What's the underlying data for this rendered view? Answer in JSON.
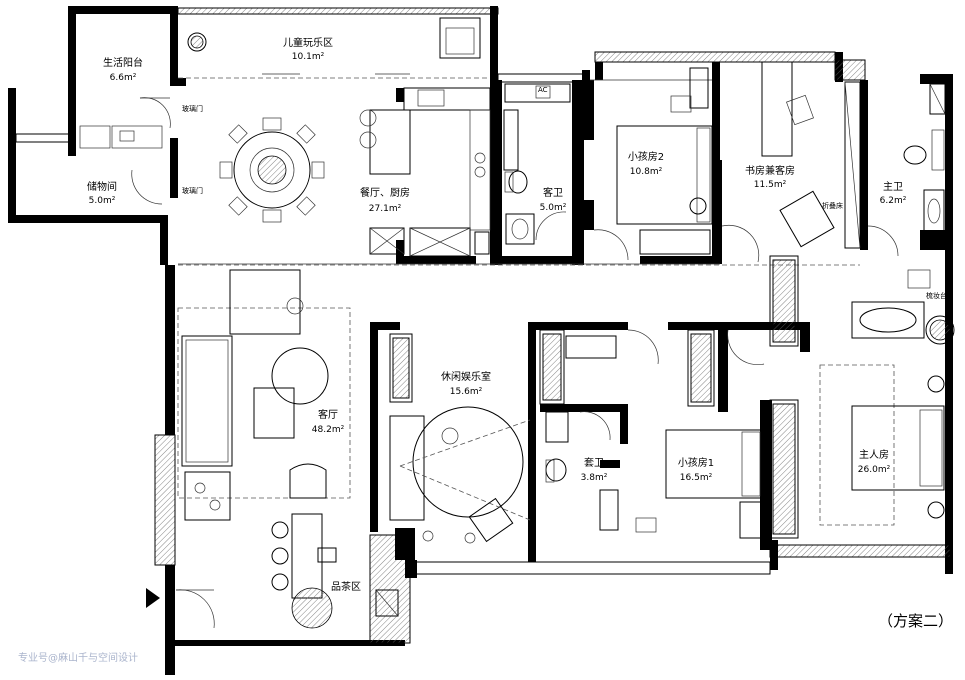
{
  "scheme_label": "（方案二）",
  "watermark": "专业号@麻山千与空间设计",
  "rooms": [
    {
      "id": "balcony",
      "name": "生活阳台",
      "area": "6.6m²"
    },
    {
      "id": "kids-play",
      "name": "儿童玩乐区",
      "area": "10.1m²"
    },
    {
      "id": "storage",
      "name": "储物间",
      "area": "5.0m²"
    },
    {
      "id": "dining-kitchen",
      "name": "餐厅、厨房",
      "area": "27.1m²"
    },
    {
      "id": "guest-bath",
      "name": "客卫",
      "area": "5.0m²"
    },
    {
      "id": "child-room-2",
      "name": "小孩房2",
      "area": "10.8m²"
    },
    {
      "id": "study-guest",
      "name": "书房兼客房",
      "area": "11.5m²"
    },
    {
      "id": "master-bath",
      "name": "主卫",
      "area": "6.2m²"
    },
    {
      "id": "living",
      "name": "客厅",
      "area": "48.2m²"
    },
    {
      "id": "leisure",
      "name": "休闲娱乐室",
      "area": "15.6m²"
    },
    {
      "id": "suite-bath",
      "name": "套卫",
      "area": "3.8m²"
    },
    {
      "id": "child-room-1",
      "name": "小孩房1",
      "area": "16.5m²"
    },
    {
      "id": "master-bed",
      "name": "主人房",
      "area": "26.0m²"
    },
    {
      "id": "tea-area",
      "name": "品茶区",
      "area": ""
    }
  ],
  "labels": {
    "glass_door_1": "玻璃门",
    "glass_door_2": "玻璃门",
    "sofa_bed": "折叠床",
    "vanity": "梳妆台",
    "ac": "AC"
  }
}
